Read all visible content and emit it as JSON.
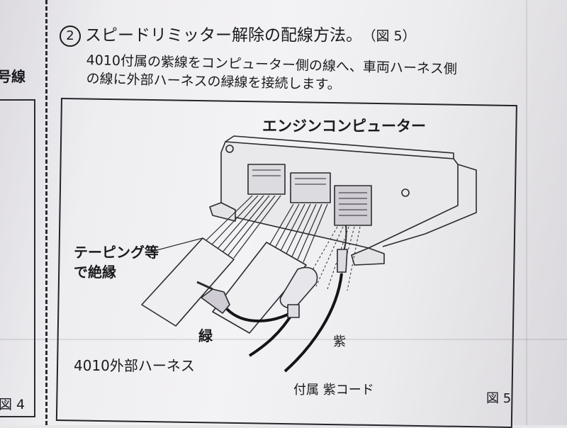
{
  "left_column": {
    "text_top": "号線",
    "figure_label": "図 4"
  },
  "heading": {
    "number": "2",
    "title": "スピードリミッター解除の配線方法。",
    "figure_ref": "（図 5）"
  },
  "description": {
    "line1": "4010付属の紫線をコンピューター側の線へ、車両ハーネス側",
    "line2": "の線に外部ハーネスの緑線を接続します。"
  },
  "figure": {
    "computer_label": "エンジンコンピューター",
    "tape_label_line1": "テーピング等",
    "tape_label_line2": "で絶縁",
    "green_label": "緑",
    "harness_label": "4010外部ハーネス",
    "purple_label": "紫",
    "cord_label": "付属 紫コード",
    "figure_label": "図 5"
  }
}
